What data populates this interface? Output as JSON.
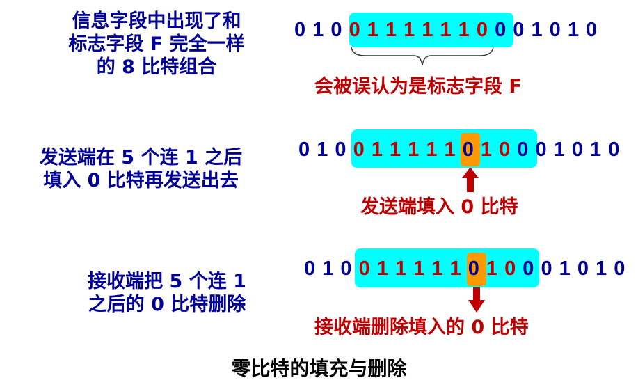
{
  "colors": {
    "text_blue": "#000099",
    "text_red": "#c00000",
    "highlight_cyan": "#00ffff",
    "stuffed_orange": "#ff9900",
    "arrow_red": "#c00000"
  },
  "row1": {
    "description": [
      "信息字段中出现了和",
      "标志字段 F 完全一样",
      "的 8 比特组合"
    ],
    "bits": [
      {
        "v": "0",
        "c": "blue"
      },
      {
        "v": "1",
        "c": "blue"
      },
      {
        "v": "0",
        "c": "blue"
      },
      {
        "v": "0",
        "c": "red"
      },
      {
        "v": "1",
        "c": "red"
      },
      {
        "v": "1",
        "c": "red"
      },
      {
        "v": "1",
        "c": "red"
      },
      {
        "v": "1",
        "c": "red"
      },
      {
        "v": "1",
        "c": "red"
      },
      {
        "v": "1",
        "c": "red"
      },
      {
        "v": "0",
        "c": "red"
      },
      {
        "v": "0",
        "c": "blue"
      },
      {
        "v": "0",
        "c": "blue"
      },
      {
        "v": "1",
        "c": "blue"
      },
      {
        "v": "0",
        "c": "blue"
      },
      {
        "v": "1",
        "c": "blue"
      },
      {
        "v": "0",
        "c": "blue"
      }
    ],
    "bit_string": "010 01111110 0 01010",
    "annotation": "会被误认为是标志字段 F",
    "annotation_icon": "curly-brace-icon"
  },
  "row2": {
    "description": [
      "发送端在 5 个连 1 之后",
      "填入 0 比特再发送出去"
    ],
    "bits": [
      {
        "v": "0",
        "c": "blue"
      },
      {
        "v": "1",
        "c": "blue"
      },
      {
        "v": "0",
        "c": "blue"
      },
      {
        "v": "0",
        "c": "red"
      },
      {
        "v": "1",
        "c": "red"
      },
      {
        "v": "1",
        "c": "red"
      },
      {
        "v": "1",
        "c": "red"
      },
      {
        "v": "1",
        "c": "red"
      },
      {
        "v": "1",
        "c": "red"
      },
      {
        "v": "0",
        "c": "blue",
        "stuffed": true
      },
      {
        "v": "1",
        "c": "red"
      },
      {
        "v": "0",
        "c": "red"
      },
      {
        "v": "0",
        "c": "blue"
      },
      {
        "v": "0",
        "c": "blue"
      },
      {
        "v": "1",
        "c": "blue"
      },
      {
        "v": "0",
        "c": "blue"
      },
      {
        "v": "1",
        "c": "blue"
      },
      {
        "v": "0",
        "c": "blue"
      }
    ],
    "bit_string": "010 011111 0 10 0 01010",
    "annotation": "发送端填入 0 比特",
    "annotation_icon": "arrow-up-icon"
  },
  "row3": {
    "description": [
      "接收端把 5 个连 1",
      "之后的 0 比特删除"
    ],
    "bits": [
      {
        "v": "0",
        "c": "blue"
      },
      {
        "v": "1",
        "c": "blue"
      },
      {
        "v": "0",
        "c": "blue"
      },
      {
        "v": "0",
        "c": "red"
      },
      {
        "v": "1",
        "c": "red"
      },
      {
        "v": "1",
        "c": "red"
      },
      {
        "v": "1",
        "c": "red"
      },
      {
        "v": "1",
        "c": "red"
      },
      {
        "v": "1",
        "c": "red"
      },
      {
        "v": "0",
        "c": "blue",
        "stuffed": true
      },
      {
        "v": "1",
        "c": "red"
      },
      {
        "v": "0",
        "c": "red"
      },
      {
        "v": "0",
        "c": "blue"
      },
      {
        "v": "0",
        "c": "blue"
      },
      {
        "v": "1",
        "c": "blue"
      },
      {
        "v": "0",
        "c": "blue"
      },
      {
        "v": "1",
        "c": "blue"
      },
      {
        "v": "0",
        "c": "blue"
      }
    ],
    "bit_string": "010 011111 0 10 0 01010",
    "annotation": "接收端删除填入的 0 比特",
    "annotation_icon": "arrow-down-icon"
  },
  "caption": "零比特的填充与删除"
}
